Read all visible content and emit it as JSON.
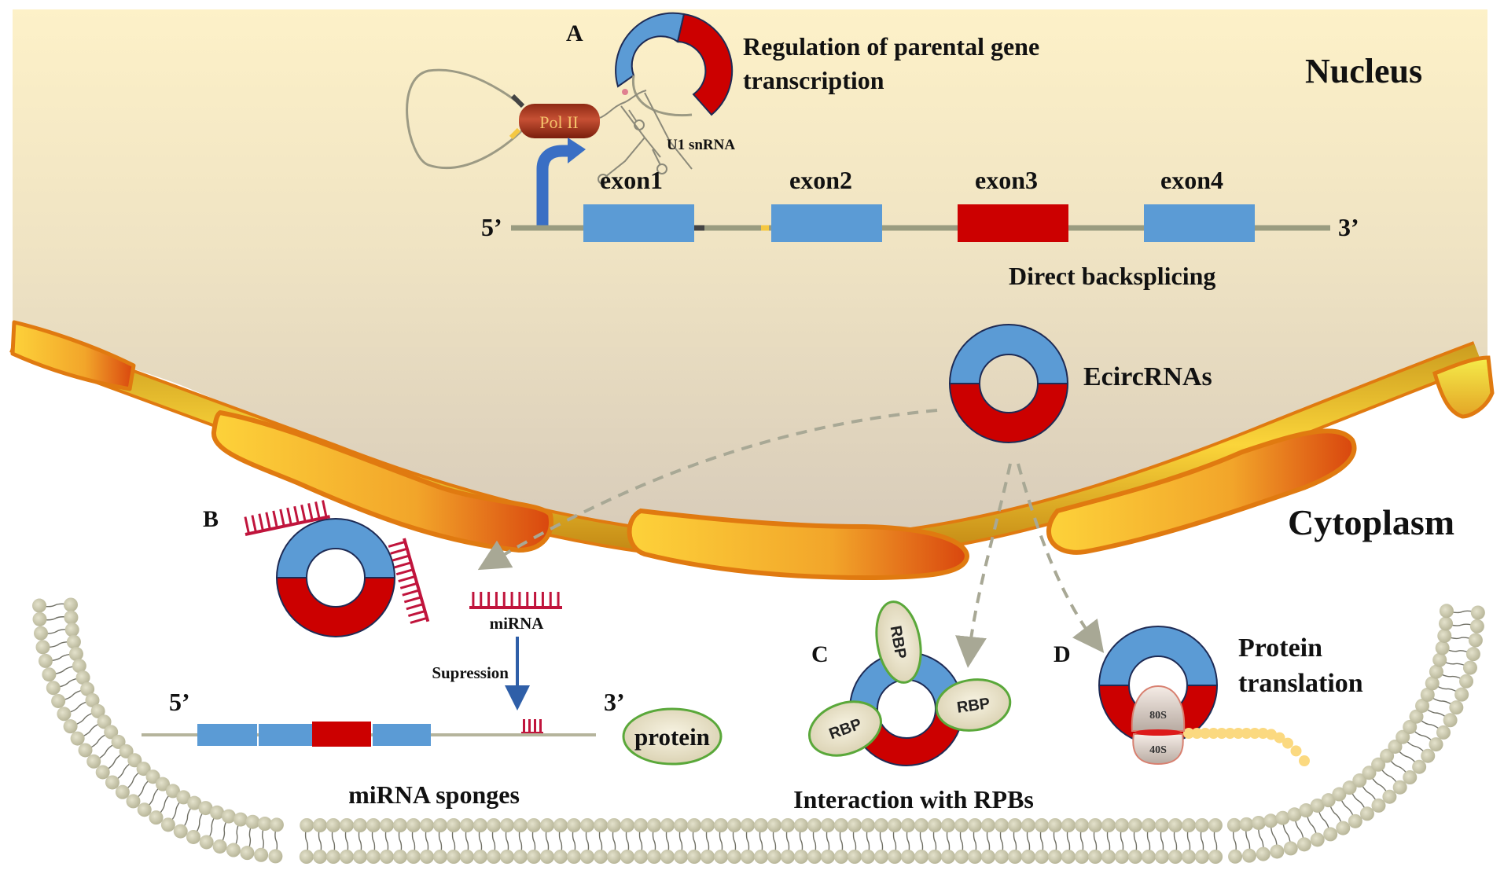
{
  "title": "EcircRNA functions diagram",
  "colors": {
    "exon_blue": "#5b9bd5",
    "exon_red": "#cc0000",
    "nucleus_top": "#fdf1c8",
    "nucleus_bottom": "#d8ccbb",
    "envelope_outline": "#e07a10",
    "membrane_head": "#cfccb2",
    "arrow_dash": "#a8a895",
    "mirna": "#c0143c",
    "rbp_fill": "#ece6cc",
    "rbp_outline": "#5aa83a"
  },
  "compartments": {
    "nucleus": "Nucleus",
    "cytoplasm": "Cytoplasm"
  },
  "panel_a": {
    "letter": "A",
    "title_line1": "Regulation of parental gene",
    "title_line2": "transcription",
    "pol2": "Pol II",
    "u1": "U1 snRNA",
    "five_prime": "5’",
    "three_prime": "3’",
    "exons": [
      {
        "label": "exon1",
        "color": "blue"
      },
      {
        "label": "exon2",
        "color": "blue"
      },
      {
        "label": "exon3",
        "color": "red"
      },
      {
        "label": "exon4",
        "color": "blue"
      }
    ],
    "process": "Direct backsplicing"
  },
  "ecircrna": {
    "label": "EcircRNAs"
  },
  "panel_b": {
    "letter": "B",
    "mirna": "miRNA",
    "suppression": "Supression",
    "five_prime": "5’",
    "three_prime": "3’",
    "protein": "protein",
    "caption": "miRNA sponges"
  },
  "panel_c": {
    "letter": "C",
    "rbp_labels": [
      "RBP",
      "RBP",
      "RBP"
    ],
    "caption": "Interaction with RPBs"
  },
  "panel_d": {
    "letter": "D",
    "caption_line1": "Protein",
    "caption_line2": "translation",
    "ribosome_large": "80S",
    "ribosome_small": "40S"
  }
}
